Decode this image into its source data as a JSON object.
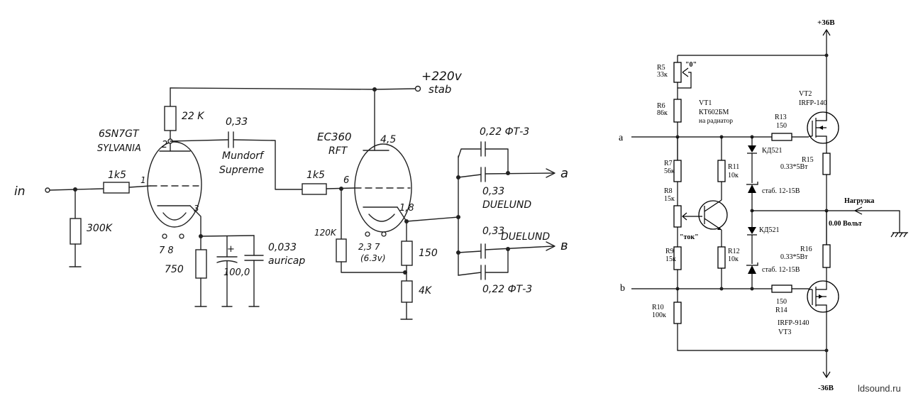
{
  "left_schematic": {
    "tube1": {
      "name": "6SN7GT",
      "maker": "SYLVANIA"
    },
    "tube2": {
      "name": "EC360",
      "maker": "RFT"
    },
    "supply": {
      "voltage": "+220v",
      "note": "stab"
    },
    "input_label": "in",
    "r_input": "1k5",
    "r_grid_leak": "300K",
    "r_anode": "22 K",
    "pin_2": "2",
    "pin_1": "1",
    "pin_3": "3",
    "heater_pins": "7 8",
    "r_cathode": "750",
    "c_bypass_plus": "+",
    "c_bypass": "100,0",
    "c_bypass_film": "0,033",
    "c_bypass_film_brand": "auricap",
    "c_coupling": "0,33",
    "c_coupling_brand_1": "Mundorf",
    "c_coupling_brand_2": "Supreme",
    "r_grid_stopper": "1k5",
    "pin_6": "6",
    "pin_45": "4,5",
    "pin_18": "1,8",
    "r_grid2": "120K",
    "heater2_pins": "2,3  7",
    "heater2_voltage": "(6.3v)",
    "r_cathode2a": "150",
    "r_cathode2b": "4K",
    "c_out_a_top": "0,22 ФТ-3",
    "c_out_a_bot_val": "0,33",
    "c_out_a_bot_brand": "DUELUND",
    "c_out_b_top_val": "0,33",
    "c_out_b_top_brand": "DUELUND",
    "c_out_b_bot": "0,22 ФТ-3",
    "out_a": "a",
    "out_b": "в"
  },
  "right_schematic": {
    "plus_supply": "+36В",
    "minus_supply": "-36В",
    "input_a": "a",
    "input_b": "b",
    "r5": {
      "name": "R5",
      "value": "33к"
    },
    "zero_label": "\"0\"",
    "r6": {
      "name": "R6",
      "value": "86к"
    },
    "vt1": {
      "name": "VT1",
      "part": "КТ602БМ",
      "note": "на радиатор"
    },
    "vt2": {
      "name": "VT2",
      "part": "IRFP-140"
    },
    "r13": {
      "name": "R13",
      "value": "150"
    },
    "d_top": "КД521",
    "r15": {
      "name": "R15",
      "value": "0.33*5Вт"
    },
    "r7": {
      "name": "R7",
      "value": "56к"
    },
    "r11": {
      "name": "R11",
      "value": "10к"
    },
    "z_top": "стаб. 12-15В",
    "r8": {
      "name": "R8",
      "value": "15к"
    },
    "tok_label": "\"ток\"",
    "load_label": "Нагрузка",
    "volt_reading": "0.00 Вольт",
    "d_bot": "КД521",
    "r9": {
      "name": "R9",
      "value": "15к"
    },
    "r12": {
      "name": "R12",
      "value": "10к"
    },
    "r16": {
      "name": "R16",
      "value": "0.33*5Вт"
    },
    "z_bot": "стаб. 12-15В",
    "r14": {
      "name": "R14",
      "value": "150"
    },
    "r10": {
      "name": "R10",
      "value": "100к"
    },
    "vt3": {
      "name": "VT3",
      "part": "IRFP-9140"
    }
  },
  "watermark": "ldsound.ru"
}
